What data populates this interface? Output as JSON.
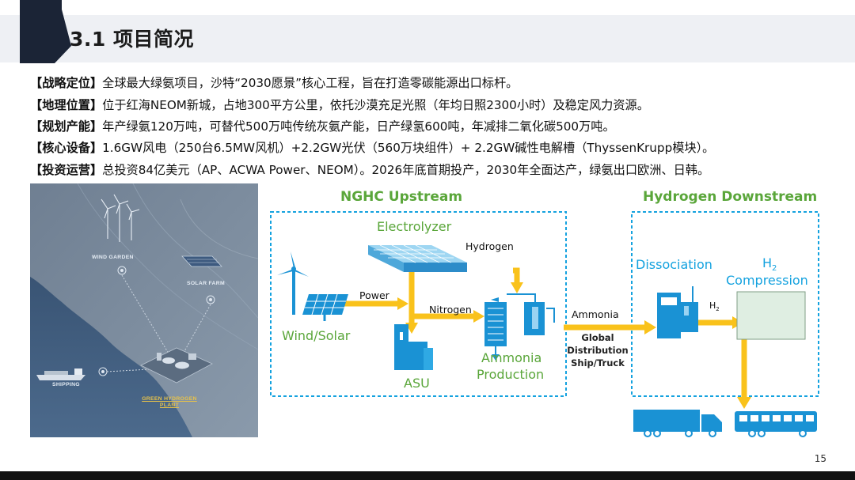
{
  "slide": {
    "title": "3.1 项目简况",
    "page_number": "15"
  },
  "bullets": [
    {
      "tag": "【战略定位】",
      "text": "全球最大绿氨项目，沙特“2030愿景”核心工程，旨在打造零碳能源出口标杆。"
    },
    {
      "tag": "【地理位置】",
      "text": "位于红海NEOM新城，占地300平方公里，依托沙漠充足光照（年均日照2300小时）及稳定风力资源。"
    },
    {
      "tag": "【规划产能】",
      "text": "年产绿氨120万吨，可替代500万吨传统灰氨产能，日产绿氢600吨，年减排二氧化碳500万吨。"
    },
    {
      "tag": "【核心设备】",
      "text": "1.6GW风电（250台6.5MW风机）+2.2GW光伏（560万块组件）+ 2.2GW碱性电解槽（ThyssenKrupp模块）。"
    },
    {
      "tag": "【投资运营】",
      "text": "总投资84亿美元（AP、ACWA Power、NEOM）。2026年底首期投产，2030年全面达产，绿氨出口欧洲、日韩。"
    }
  ],
  "map": {
    "wind_garden": "WIND GARDEN",
    "solar_farm": "SOLAR FARM",
    "shipping": "SHIPPING",
    "plant_line1": "GREEN HYDROGEN",
    "plant_line2": "PLANT"
  },
  "diagram": {
    "upstream_title": "NGHC Upstream",
    "downstream_title": "Hydrogen Downstream",
    "electrolyzer": "Electrolyzer",
    "hydrogen": "Hydrogen",
    "power": "Power",
    "nitrogen": "Nitrogen",
    "wind_solar": "Wind/Solar",
    "asu": "ASU",
    "ammonia_production_line1": "Ammonia",
    "ammonia_production_line2": "Production",
    "ammonia": "Ammonia",
    "global_line1": "Global",
    "global_line2": "Distribution",
    "global_line3": "Ship/Truck",
    "dissociation": "Dissociation",
    "h2_compression_h": "H",
    "h2_compression_sub": "2",
    "h2_compression_line2": "Compression",
    "h2_small_h": "H",
    "h2_small_sub": "2"
  },
  "colors": {
    "accent_blue": "#14a2df",
    "arrow_yellow": "#f9c21b",
    "green_text": "#5aa63a",
    "header_band": "#eef0f4",
    "navy_tab": "#1b2436"
  }
}
